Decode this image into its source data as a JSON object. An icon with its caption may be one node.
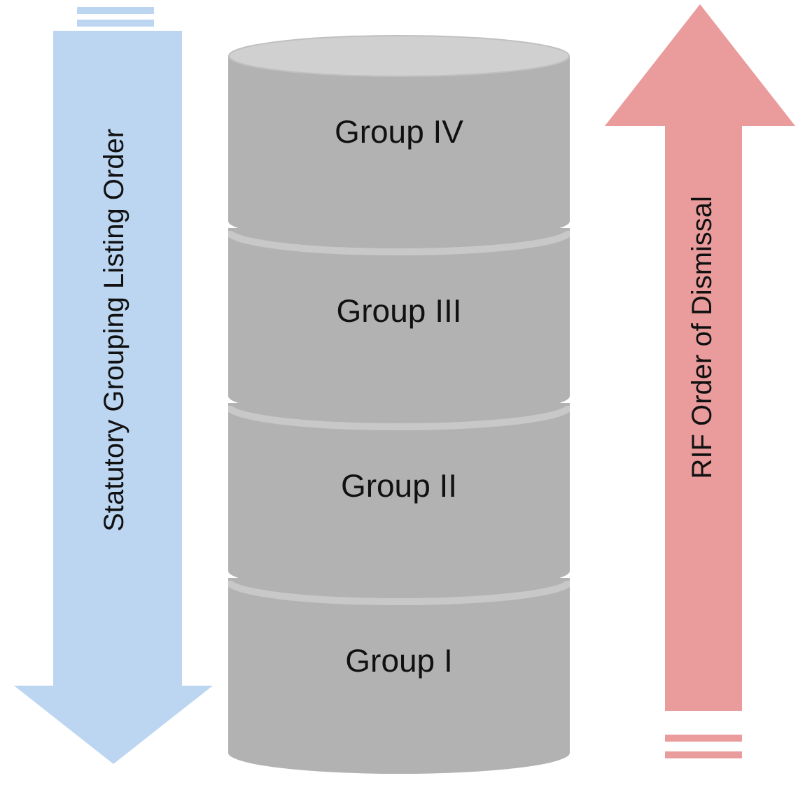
{
  "diagram": {
    "nodes": [
      {
        "text": [
          "Statutory Grouping Listing Order"
        ]
      },
      {
        "text": [
          "Group IV"
        ]
      },
      {
        "text": [
          "Group III"
        ]
      },
      {
        "text": [
          "Group II"
        ]
      },
      {
        "text": [
          "Group I"
        ]
      },
      {
        "text": [
          "RIF Order of Dismissal"
        ]
      }
    ]
  }
}
